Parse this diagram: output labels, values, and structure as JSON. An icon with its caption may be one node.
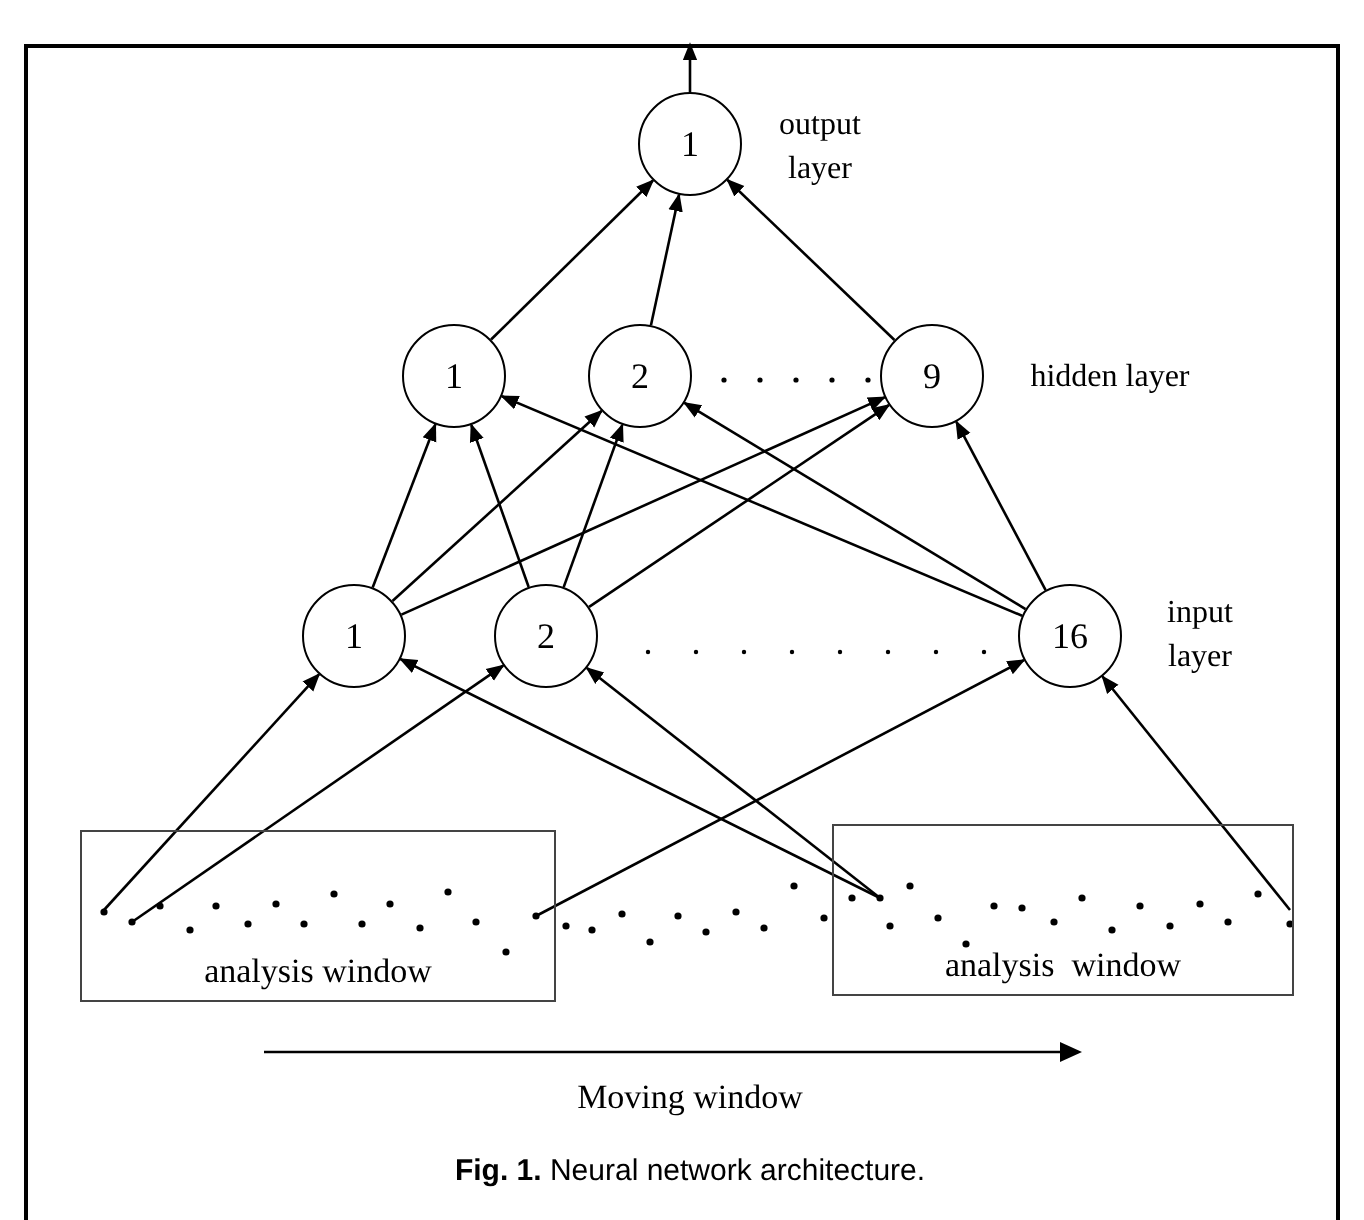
{
  "diagram": {
    "caption": "**Fig. 1.** Neural network architecture.",
    "nodes": [
      {
        "text": [
          "1"
        ],
        "beside": [
          "output layer"
        ]
      },
      {
        "text": [
          "1"
        ]
      },
      {
        "text": [
          "2"
        ]
      },
      {
        "text": [
          "9"
        ],
        "beside": [
          "hidden layer"
        ]
      },
      {
        "text": [
          "1"
        ]
      },
      {
        "text": [
          "2"
        ]
      },
      {
        "text": [
          "16"
        ],
        "beside": [
          "input layer"
        ]
      },
      {
        "text": [
          "analysis window"
        ]
      },
      {
        "text": [
          "analysis  window"
        ]
      }
    ],
    "edges": [
      {
        "from": 1,
        "to": 0,
        "arrow": "to"
      },
      {
        "from": 2,
        "to": 0,
        "arrow": "to"
      },
      {
        "from": 3,
        "to": 0,
        "arrow": "to"
      },
      {
        "from": 0,
        "to": null,
        "arrow": "to"
      },
      {
        "from": 4,
        "to": 1,
        "arrow": "to"
      },
      {
        "from": 4,
        "to": 2,
        "arrow": "to"
      },
      {
        "from": 4,
        "to": 3,
        "arrow": "to"
      },
      {
        "from": 5,
        "to": 1,
        "arrow": "to"
      },
      {
        "from": 5,
        "to": 2,
        "arrow": "to"
      },
      {
        "from": 5,
        "to": 3,
        "arrow": "to"
      },
      {
        "from": 6,
        "to": 1,
        "arrow": "to"
      },
      {
        "from": 6,
        "to": 2,
        "arrow": "to"
      },
      {
        "from": 6,
        "to": 3,
        "arrow": "to"
      },
      {
        "from": 7,
        "to": 4,
        "arrow": "to"
      },
      {
        "from": 7,
        "to": 5,
        "arrow": "to"
      },
      {
        "from": 7,
        "to": 6,
        "arrow": "to"
      },
      {
        "from": 8,
        "to": 4,
        "arrow": "to"
      },
      {
        "from": 8,
        "to": 5,
        "arrow": "to"
      },
      {
        "from": 8,
        "to": 6,
        "arrow": "to"
      }
    ],
    "labels": [
      "Moving window"
    ]
  }
}
